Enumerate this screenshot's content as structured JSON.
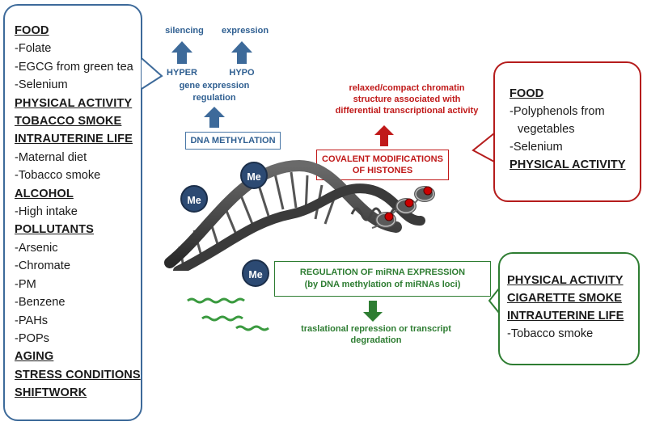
{
  "left_panel": {
    "items": [
      {
        "text": "FOOD",
        "heading": true
      },
      {
        "text": "-Folate",
        "heading": false
      },
      {
        "text": "-EGCG from green tea",
        "heading": false
      },
      {
        "text": "-Selenium",
        "heading": false
      },
      {
        "text": "PHYSICAL ACTIVITY",
        "heading": true
      },
      {
        "text": "TOBACCO SMOKE",
        "heading": true
      },
      {
        "text": "INTRAUTERINE LIFE",
        "heading": true
      },
      {
        "text": "-Maternal diet",
        "heading": false
      },
      {
        "text": "-Tobacco smoke",
        "heading": false
      },
      {
        "text": "ALCOHOL",
        "heading": true
      },
      {
        "text": "-High intake",
        "heading": false
      },
      {
        "text": "POLLUTANTS",
        "heading": true
      },
      {
        "text": "-Arsenic",
        "heading": false
      },
      {
        "text": "-Chromate",
        "heading": false
      },
      {
        "text": "-PM",
        "heading": false
      },
      {
        "text": "-Benzene",
        "heading": false
      },
      {
        "text": "-PAHs",
        "heading": false
      },
      {
        "text": "-POPs",
        "heading": false
      },
      {
        "text": "AGING",
        "heading": true
      },
      {
        "text": "STRESS CONDITIONS",
        "heading": true
      },
      {
        "text": "SHIFTWORK",
        "heading": true
      }
    ]
  },
  "dna_methylation": {
    "silencing": "silencing",
    "expression": "expression",
    "hyper": "HYPER",
    "hypo": "HYPO",
    "regulation_line1": "gene expression",
    "regulation_line2": "regulation",
    "box_label": "DNA METHYLATION"
  },
  "histones": {
    "effect_line1": "relaxed/compact chromatin",
    "effect_line2": "structure associated with",
    "effect_line3": "differential transcriptional activity",
    "box_line1": "COVALENT MODIFICATIONS",
    "box_line2": "OF HISTONES"
  },
  "right_food_panel": {
    "items": [
      {
        "text": "FOOD",
        "heading": true
      },
      {
        "text": "-Polyphenols from",
        "heading": false
      },
      {
        "text": "vegetables",
        "heading": false,
        "indent": true
      },
      {
        "text": "-Selenium",
        "heading": false
      },
      {
        "text": "PHYSICAL ACTIVITY",
        "heading": true
      }
    ]
  },
  "mirna": {
    "box_line1": "REGULATION OF miRNA  EXPRESSION",
    "box_line2": "(by DNA methylation of miRNAs loci)",
    "effect_line1": "traslational repression or transcript",
    "effect_line2": "degradation"
  },
  "right_life_panel": {
    "items": [
      {
        "text": "PHYSICAL ACTIVITY",
        "heading": true
      },
      {
        "text": "CIGARETTE SMOKE",
        "heading": true
      },
      {
        "text": "INTRAUTERINE LIFE",
        "heading": true
      },
      {
        "text": "-Tobacco smoke",
        "heading": false
      }
    ]
  },
  "methyl_labels": [
    "Me",
    "Me",
    "Me"
  ],
  "colors": {
    "blue": "#2f5f91",
    "red": "#c01919",
    "green": "#2e7d32",
    "dna": "#3a3a3a"
  }
}
